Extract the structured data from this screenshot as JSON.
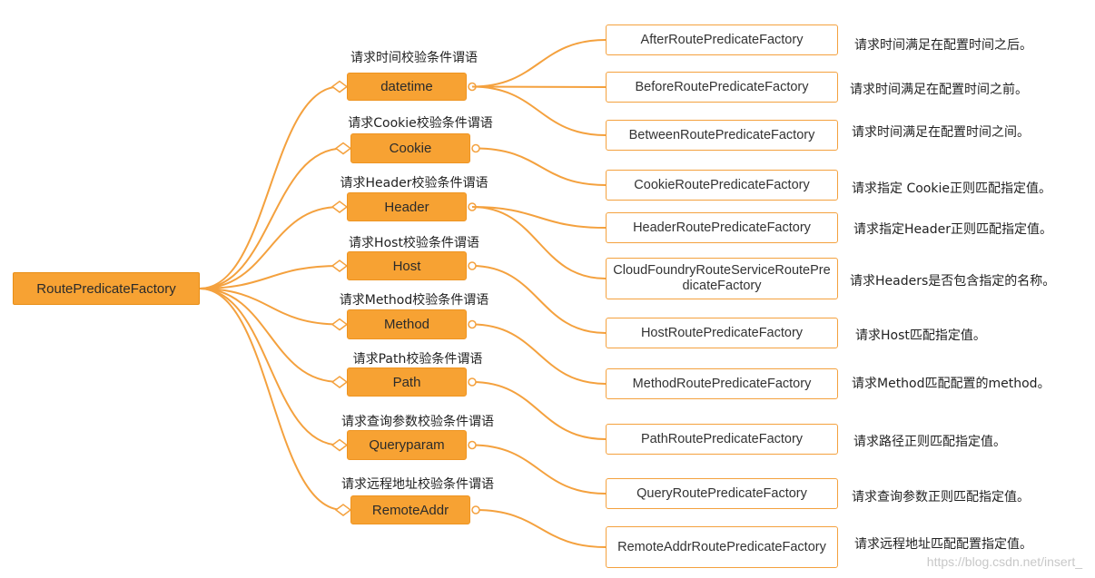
{
  "root": {
    "label": "RoutePredicateFactory"
  },
  "categories": [
    {
      "id": "datetime",
      "label": "datetime",
      "caption": "请求时间校验条件谓语"
    },
    {
      "id": "cookie",
      "label": "Cookie",
      "caption": "请求Cookie校验条件谓语"
    },
    {
      "id": "header",
      "label": "Header",
      "caption": "请求Header校验条件谓语"
    },
    {
      "id": "host",
      "label": "Host",
      "caption": "请求Host校验条件谓语"
    },
    {
      "id": "method",
      "label": "Method",
      "caption": "请求Method校验条件谓语"
    },
    {
      "id": "path",
      "label": "Path",
      "caption": "请求Path校验条件谓语"
    },
    {
      "id": "query",
      "label": "Queryparam",
      "caption": "请求查询参数校验条件谓语"
    },
    {
      "id": "remote",
      "label": "RemoteAddr",
      "caption": "请求远程地址校验条件谓语"
    }
  ],
  "factories": [
    {
      "label": "AfterRoutePredicateFactory",
      "desc": "请求时间满足在配置时间之后。",
      "parent": "datetime"
    },
    {
      "label": "BeforeRoutePredicateFactory",
      "desc": "请求时间满足在配置时间之前。",
      "parent": "datetime"
    },
    {
      "label": "BetweenRoutePredicateFactory",
      "desc": "请求时间满足在配置时间之间。",
      "parent": "datetime"
    },
    {
      "label": "CookieRoutePredicateFactory",
      "desc": "请求指定 Cookie正则匹配指定值。",
      "parent": "cookie"
    },
    {
      "label": "HeaderRoutePredicateFactory",
      "desc": "请求指定Header正则匹配指定值。",
      "parent": "header"
    },
    {
      "label": "CloudFoundryRouteServiceRoutePredicateFactory",
      "desc": "请求Headers是否包含指定的名称。",
      "parent": "header"
    },
    {
      "label": "HostRoutePredicateFactory",
      "desc": "请求Host匹配指定值。",
      "parent": "host"
    },
    {
      "label": "MethodRoutePredicateFactory",
      "desc": "请求Method匹配配置的method。",
      "parent": "method"
    },
    {
      "label": "PathRoutePredicateFactory",
      "desc": "请求路径正则匹配指定值。",
      "parent": "path"
    },
    {
      "label": "QueryRoutePredicateFactory",
      "desc": "请求查询参数正则匹配指定值。",
      "parent": "query"
    },
    {
      "label": "RemoteAddrRoutePredicateFactory",
      "desc": "请求远程地址匹配配置指定值。",
      "parent": "remote"
    }
  ],
  "watermark": "https://blog.csdn.net/insert_",
  "colors": {
    "node_fill": "#f7a233",
    "edge": "#f4a13e",
    "leaf_border": "#f4a13e"
  }
}
